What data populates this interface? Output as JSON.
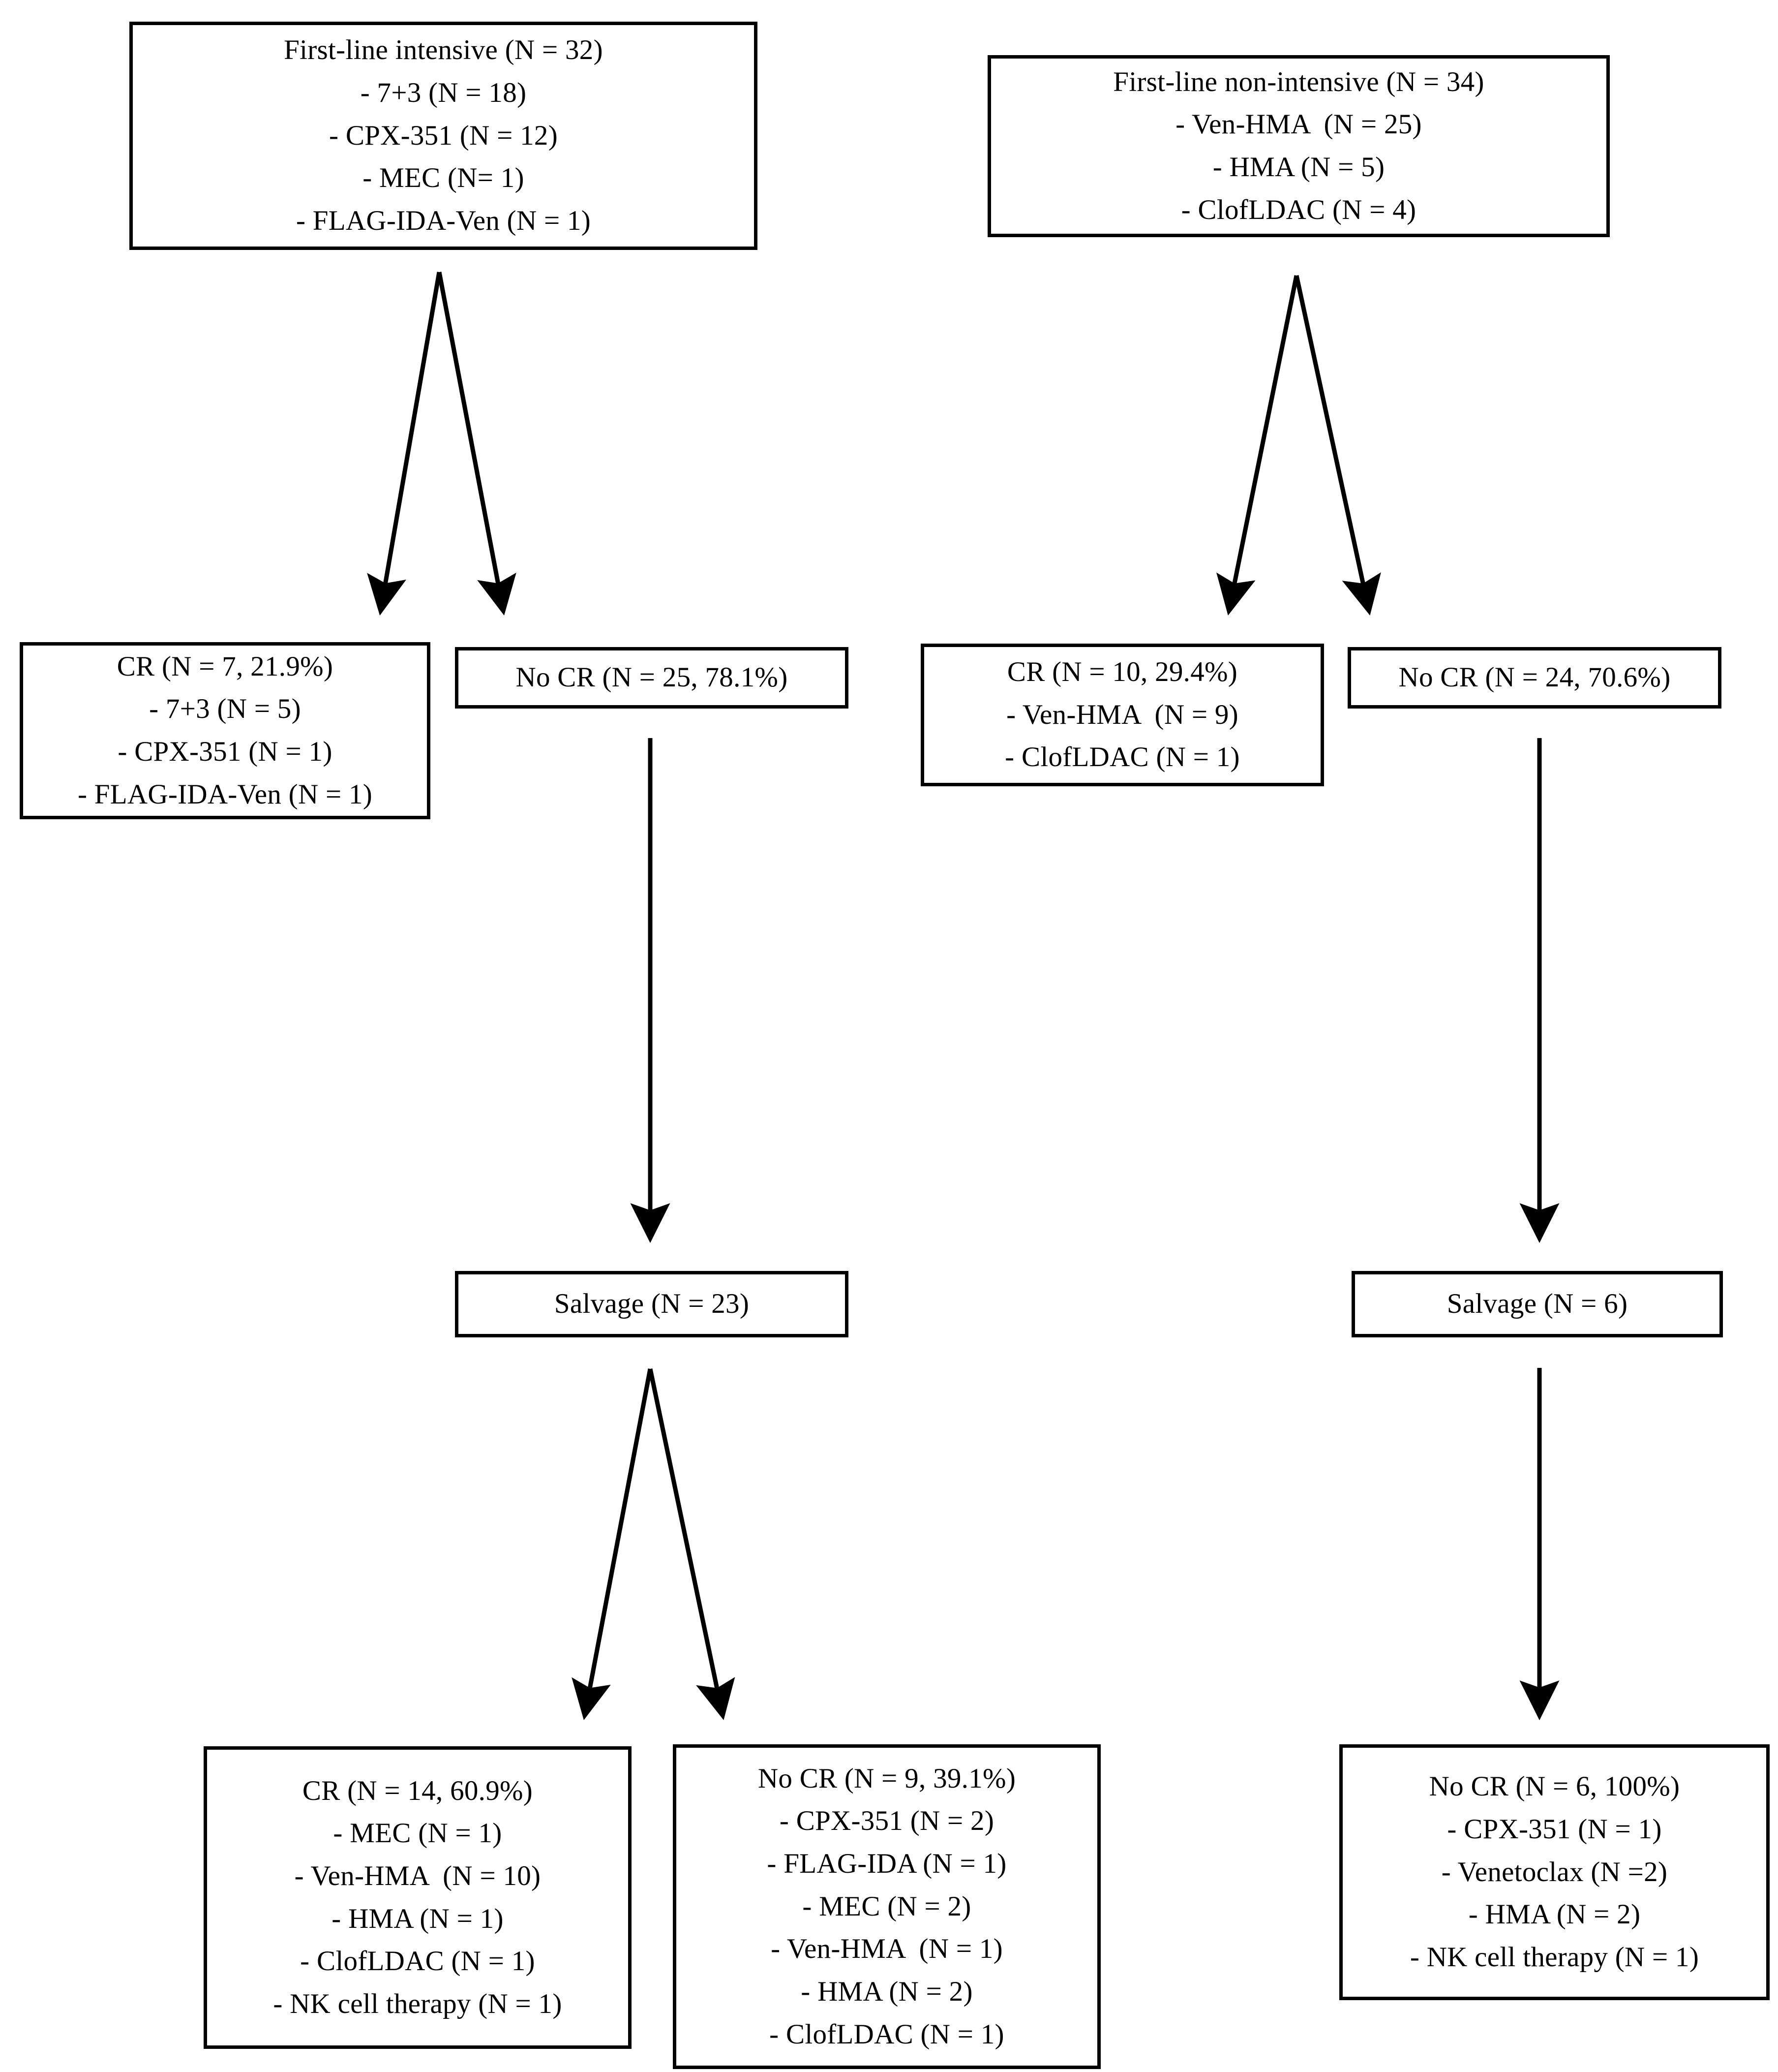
{
  "diagram": {
    "type": "flowchart",
    "title": "AML treatment response flow diagram",
    "line_color": "#000000",
    "background": "#ffffff"
  },
  "nodes": {
    "first_line_intensive": {
      "lines": [
        "First-line intensive (N = 32)",
        "- 7+3 (N = 18)",
        "- CPX-351 (N = 12)",
        "- MEC (N= 1)",
        "- FLAG-IDA-Ven (N = 1)"
      ]
    },
    "first_line_non_intensive": {
      "lines": [
        "First-line non-intensive (N = 34)",
        "- Ven-HMA  (N = 25)",
        "- HMA (N = 5)",
        "- ClofLDAC (N = 4)"
      ]
    },
    "cr_intensive": {
      "lines": [
        "CR (N = 7, 21.9%)",
        "- 7+3 (N = 5)",
        "- CPX-351 (N = 1)",
        "- FLAG-IDA-Ven (N = 1)"
      ]
    },
    "no_cr_intensive": {
      "lines": [
        "No CR (N = 25, 78.1%)"
      ]
    },
    "cr_non_intensive": {
      "lines": [
        "CR (N = 10, 29.4%)",
        "- Ven-HMA  (N = 9)",
        "- ClofLDAC (N = 1)"
      ]
    },
    "no_cr_non_intensive": {
      "lines": [
        "No CR (N = 24, 70.6%)"
      ]
    },
    "salvage_intensive": {
      "lines": [
        "Salvage (N = 23)"
      ]
    },
    "salvage_non_intensive": {
      "lines": [
        "Salvage (N = 6)"
      ]
    },
    "cr_salvage": {
      "lines": [
        "CR (N = 14, 60.9%)",
        "- MEC (N = 1)",
        "- Ven-HMA  (N = 10)",
        "- HMA (N = 1)",
        "- ClofLDAC (N = 1)",
        "- NK cell therapy (N = 1)"
      ]
    },
    "no_cr_salvage": {
      "lines": [
        "No CR (N = 9, 39.1%)",
        "- CPX-351 (N = 2)",
        "- FLAG-IDA (N = 1)",
        "- MEC (N = 2)",
        "- Ven-HMA  (N = 1)",
        "- HMA (N = 2)",
        "- ClofLDAC (N = 1)"
      ]
    },
    "no_cr_salvage_non_intensive": {
      "lines": [
        "No CR (N = 6, 100%)",
        "- CPX-351 (N = 1)",
        "- Venetoclax (N =2)",
        "- HMA (N = 2)",
        "- NK cell therapy (N = 1)"
      ]
    }
  }
}
